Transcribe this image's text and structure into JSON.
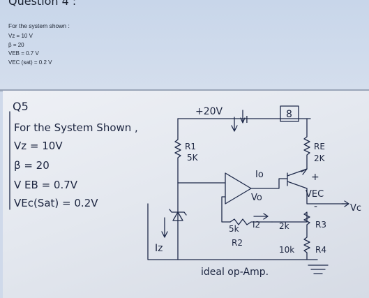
{
  "typed": {
    "title": "Question 4 :",
    "prompt": "For the system shown :",
    "givens": [
      "Vz = 10 V",
      "β = 20",
      "VEB = 0.7 V",
      "VEC (sat) = 0.2 V"
    ]
  },
  "handwritten": {
    "question_no": "Q5",
    "prompt": "For the System Shown ,",
    "givens": [
      "Vz = 10V",
      "β = 20",
      "V EB = 0.7V",
      "VEc(Sat) = 0.2V"
    ],
    "supply": "+20V",
    "current_i": "I",
    "box_number": "8",
    "r1_name": "R1",
    "r1_value": "5K",
    "re_name": "RE",
    "re_value": "2K",
    "io_label": "Io",
    "vo_label": "Vo",
    "vec_label": "VEC",
    "plus_sign": "+",
    "minus_sign": "-",
    "vc_label": "Vc",
    "iz_label": "Iz",
    "r2_value": "5k",
    "r2_name": "R2",
    "i2_label": "I2",
    "r3_value": "2k",
    "r3_name": "R3",
    "r4_value": "10k",
    "r4_name": "R4",
    "note": "ideal op-Amp."
  }
}
